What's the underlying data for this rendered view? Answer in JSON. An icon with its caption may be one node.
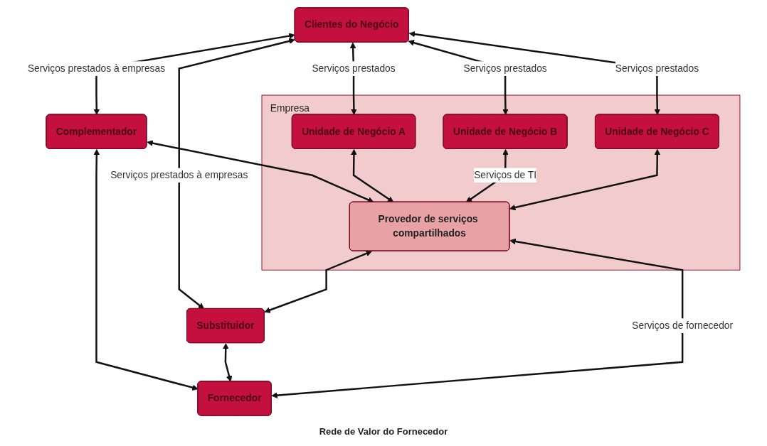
{
  "diagram": {
    "caption": "Rede de Valor do Fornecedor",
    "nodes": [
      {
        "text": [
          "Clientes do Negócio"
        ]
      },
      {
        "text": [
          "Empresa"
        ]
      },
      {
        "text": [
          "Unidade de Negócio A"
        ],
        "in": 1
      },
      {
        "text": [
          "Unidade de Negócio B"
        ],
        "in": 1
      },
      {
        "text": [
          "Unidade de Negócio C"
        ],
        "in": 1
      },
      {
        "text": [
          "Complementador"
        ]
      },
      {
        "text": [
          "Provedor de serviços compartilhados"
        ],
        "in": 1
      },
      {
        "text": [
          "Substituidor"
        ]
      },
      {
        "text": [
          "Fornecedor"
        ]
      }
    ],
    "edges": [
      {
        "from": 0,
        "to": 5,
        "arrow": "both",
        "label": "Serviços prestados à empresas"
      },
      {
        "from": 0,
        "to": 7,
        "arrow": "both",
        "label": "Serviços prestados à empresas"
      },
      {
        "from": 0,
        "to": 2,
        "arrow": "both",
        "label": "Serviços prestados"
      },
      {
        "from": 0,
        "to": 3,
        "arrow": "both",
        "label": "Serviços prestados"
      },
      {
        "from": 0,
        "to": 4,
        "arrow": "both",
        "label": "Serviços prestados"
      },
      {
        "from": 2,
        "to": 6,
        "arrow": "both"
      },
      {
        "from": 3,
        "to": 6,
        "arrow": "both",
        "label": "Serviços de TI"
      },
      {
        "from": 4,
        "to": 6,
        "arrow": "both"
      },
      {
        "from": 5,
        "to": 6,
        "arrow": "both"
      },
      {
        "from": 6,
        "to": 7,
        "arrow": "both"
      },
      {
        "from": 6,
        "to": 8,
        "arrow": "both",
        "label": "Serviços de fornecedor"
      },
      {
        "from": 5,
        "to": 8,
        "arrow": "both"
      },
      {
        "from": 7,
        "to": 8,
        "arrow": "both"
      }
    ]
  }
}
